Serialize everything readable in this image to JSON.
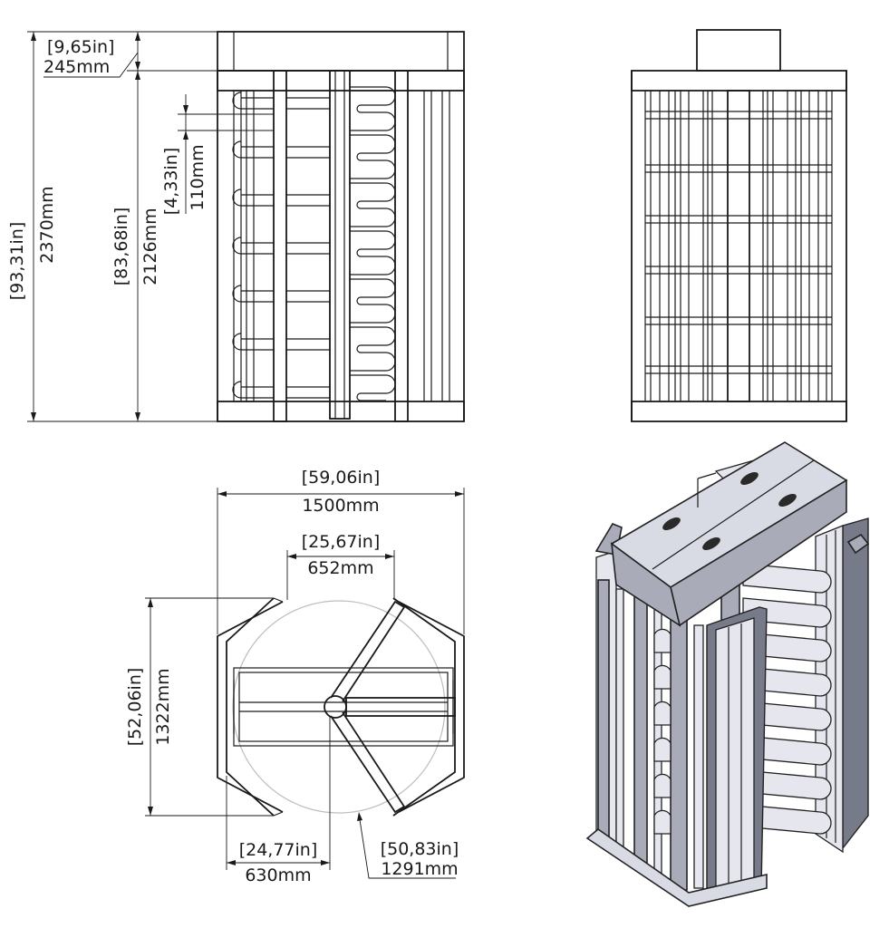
{
  "dimensions": {
    "top_height_in": "[9,65in]",
    "top_height_mm": "245mm",
    "total_height_in": "[93,31in]",
    "total_height_mm": "2370mm",
    "frame_height_in": "[83,68in]",
    "frame_height_mm": "2126mm",
    "arm_spacing_in": "[4,33in]",
    "arm_spacing_mm": "110mm",
    "total_width_in": "[59,06in]",
    "total_width_mm": "1500mm",
    "passage_width_in": "[25,67in]",
    "passage_width_mm": "652mm",
    "depth_in": "[52,06in]",
    "depth_mm": "1322mm",
    "offset_in": "[24,77in]",
    "offset_mm": "630mm",
    "rotor_diameter_in": "[50,83in]",
    "rotor_diameter_mm": "1291mm"
  }
}
